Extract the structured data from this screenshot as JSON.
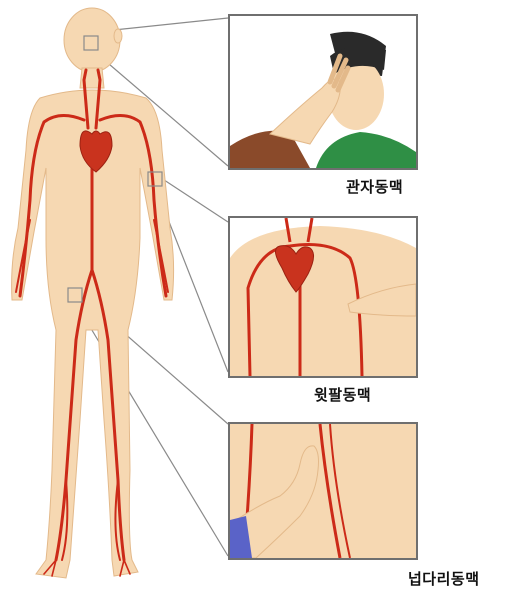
{
  "labels": {
    "coronary": "관자동맥",
    "brachial": "윗팔동맥",
    "femoral": "넙다리동맥"
  },
  "colors": {
    "skin": "#f6d8b2",
    "skin_shade": "#e9bf92",
    "artery": "#cc2a18",
    "heart": "#c9331e",
    "frame": "#6f6f6f",
    "shirt": "#2f8f45",
    "hair": "#2a2a2a",
    "sleeve_blue": "#5a63c8"
  }
}
